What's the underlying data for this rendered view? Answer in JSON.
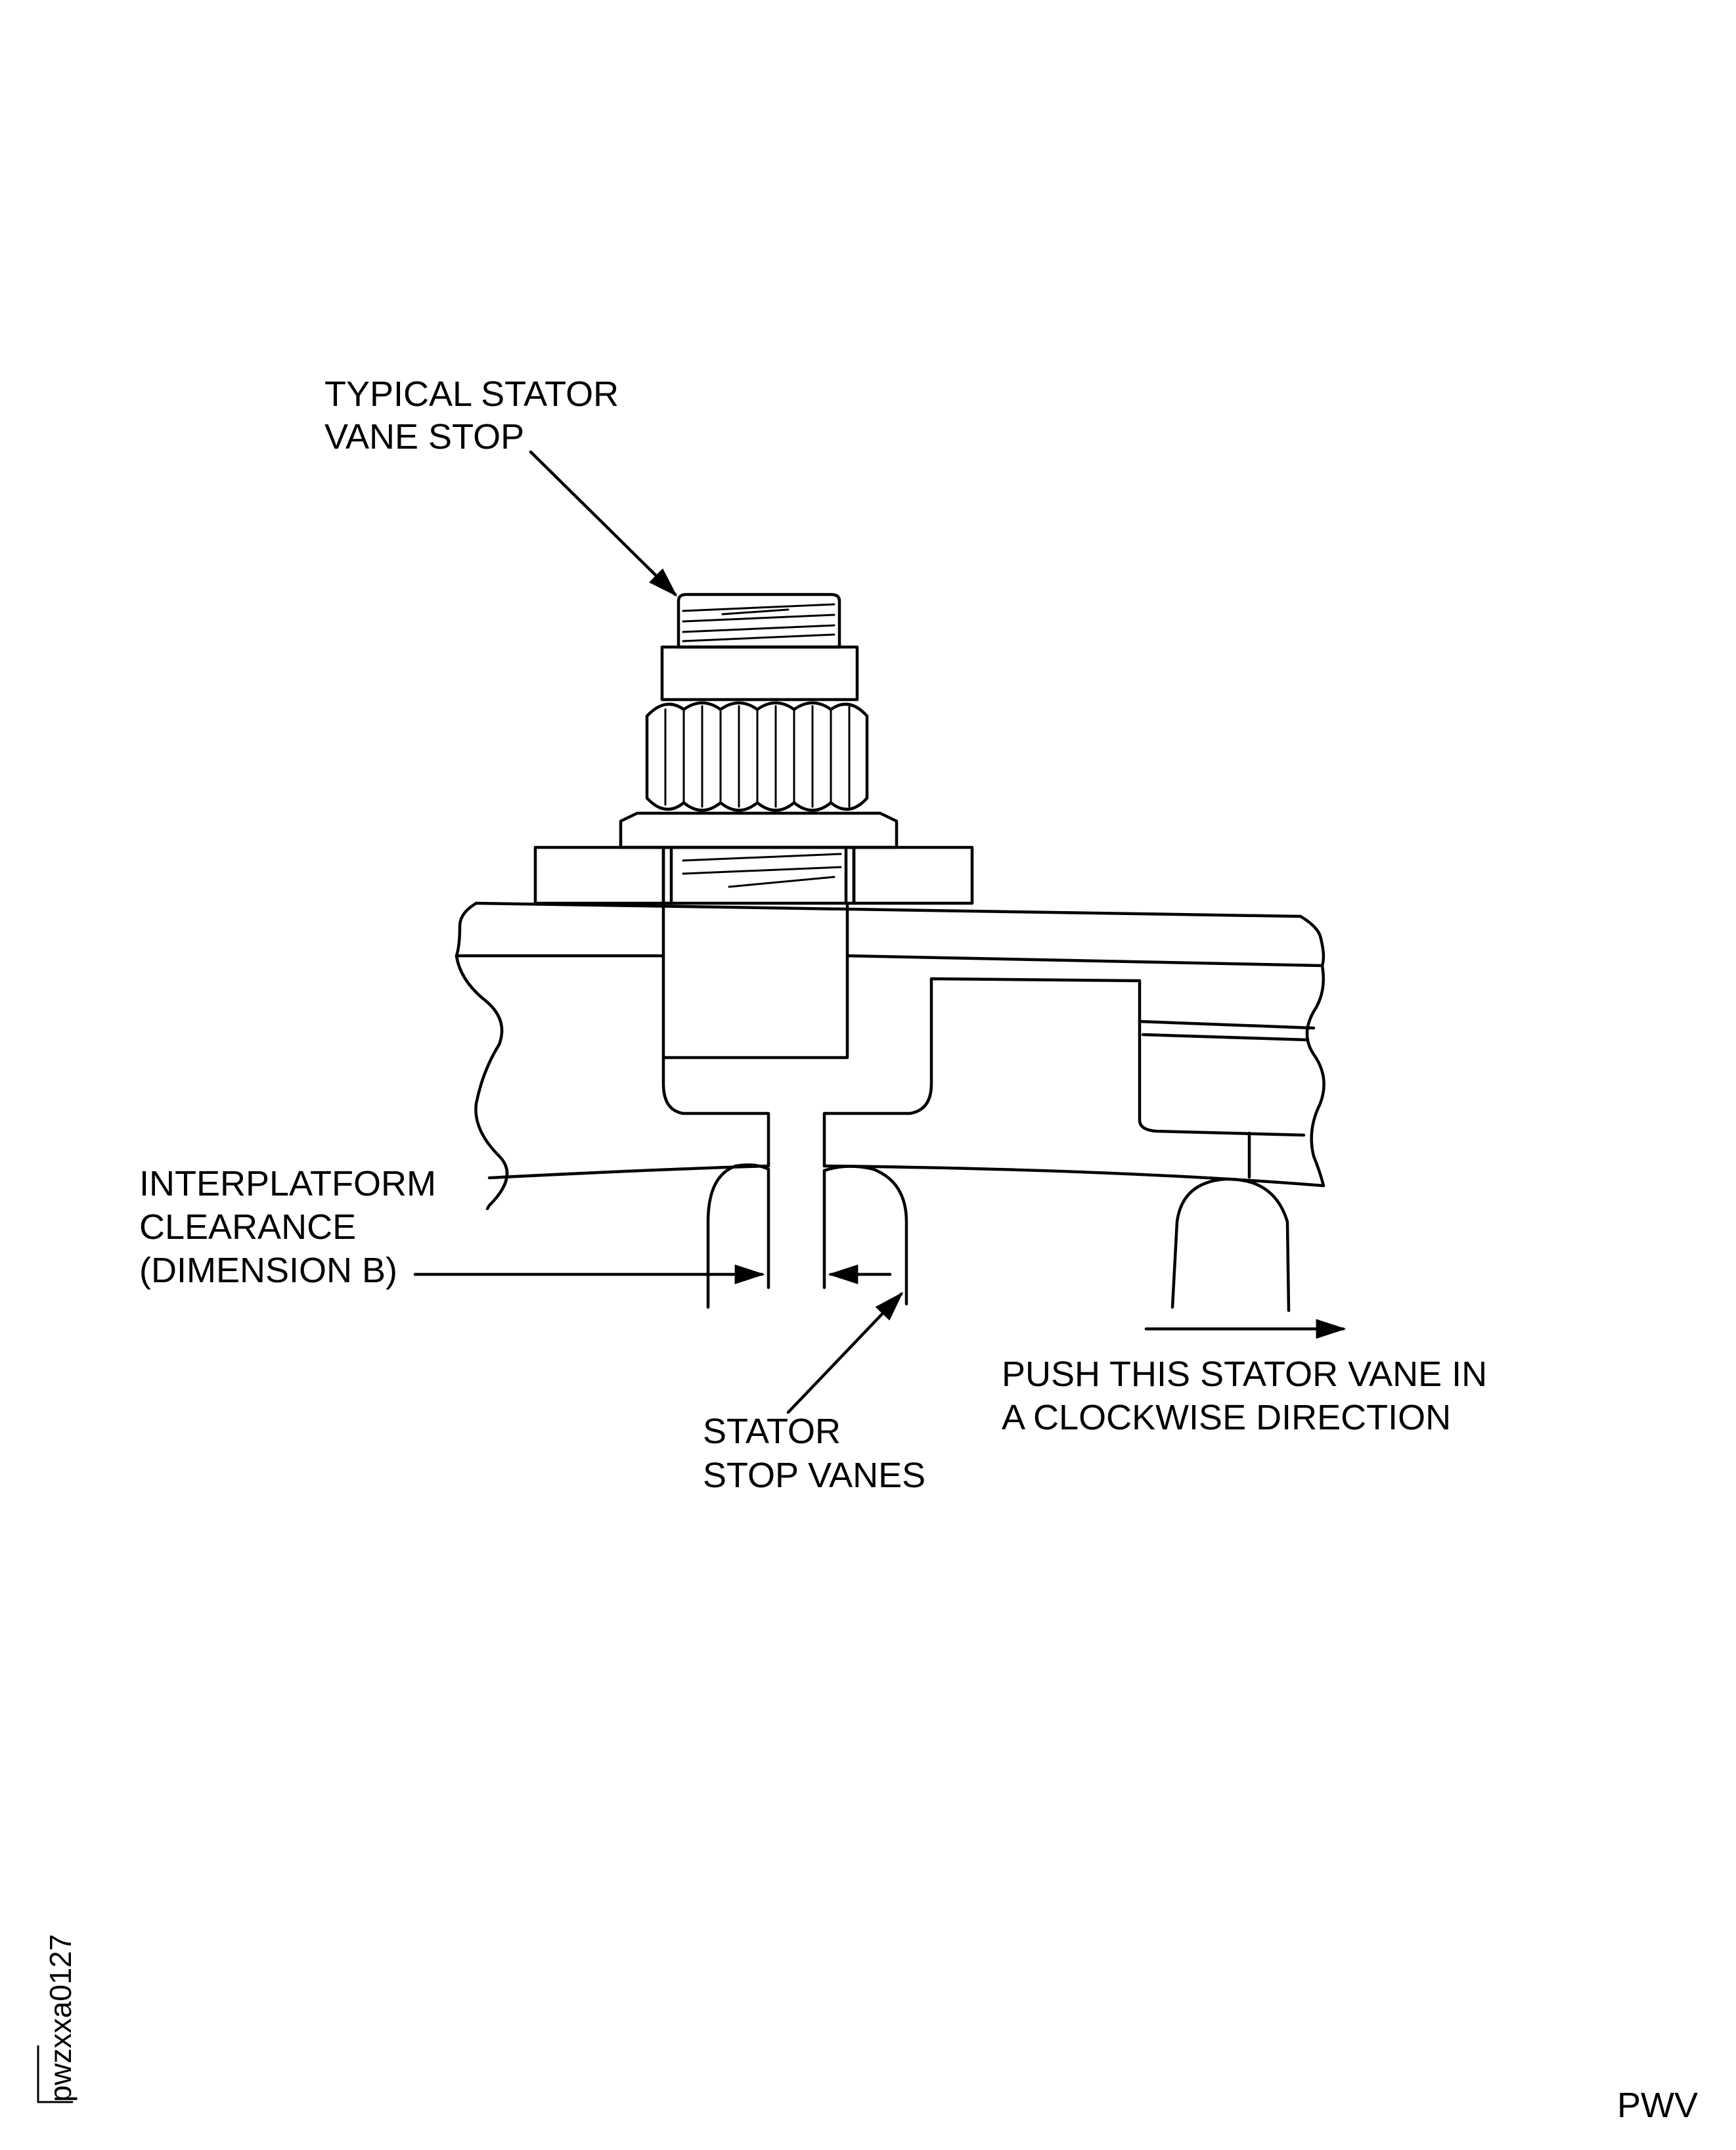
{
  "labels": {
    "vane_stop": [
      "TYPICAL STATOR",
      "VANE STOP"
    ],
    "interplatform": [
      "INTERPLATFORM",
      "CLEARANCE",
      "(DIMENSION B)"
    ],
    "stop_vanes": [
      "STATOR",
      "STOP VANES"
    ],
    "push": [
      "PUSH THIS STATOR VANE IN",
      "A CLOCKWISE DIRECTION"
    ]
  },
  "figure_code": "pwzxxa0127",
  "corner_mark": "PWV",
  "colors": {
    "ink": "#000000",
    "paper": "#ffffff"
  }
}
